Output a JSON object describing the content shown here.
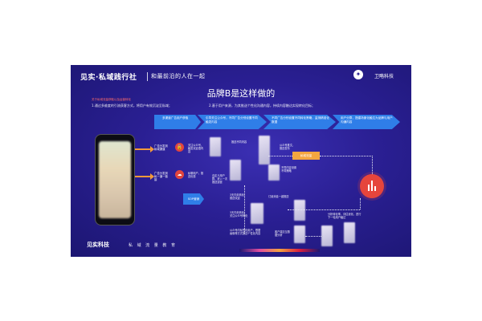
{
  "header": {
    "brand": "见实·私域践行社",
    "slogan": "和最前沿的人在一起",
    "logo_icon": "logo-icon",
    "logo_text": "卫略科技"
  },
  "title": "品牌B是这样做的",
  "subtitle": "关于私域流量获取以及运营转化",
  "points": {
    "p1": "1.通过多维度的引流获客方式，将用户有效沉淀至私域；",
    "p2": "2.基于用户来源，为其推送个性化沟通内容，持续内容触达实现转化目标；"
  },
  "stages": [
    "多渠道广告用户获取",
    "引导关注公众号，不同广告分别设置不同触发内容",
    "不同广告分别设置不同转化策略，监测精准化数据",
    "用户分群，搭建场景化触达为品牌与用户沟通内容"
  ],
  "sources": [
    {
      "label": "广告分发到私域渠道"
    },
    {
      "label": "广告分发到私一道一链接"
    }
  ],
  "labels": {
    "l1": "关注公众号，触发欢迎语内容",
    "l2": "私聊用户，推送优惠",
    "l3": "自定义用户群，进入一次推送运营",
    "l4": "推送不同内容",
    "l5": "公众号推文，推送发布",
    "l6": "不同内容设置不同策略",
    "l7": "3天内未转化，推送欢迎",
    "l8": "订阅消息一键推送",
    "l9": "3天内未转化，关注公众号转化",
    "l10": "公众号内标签化用户，根据画像等方式推送个性化内容",
    "l11": "客户端交互数据分析",
    "l12": "分析转化率，评估优化，进行下一轮用户触达"
  },
  "sop": "SOP营销",
  "orange_box": "私域流量",
  "footer": {
    "brand": "见实科技",
    "text": "私 域 流 量 教 育"
  }
}
